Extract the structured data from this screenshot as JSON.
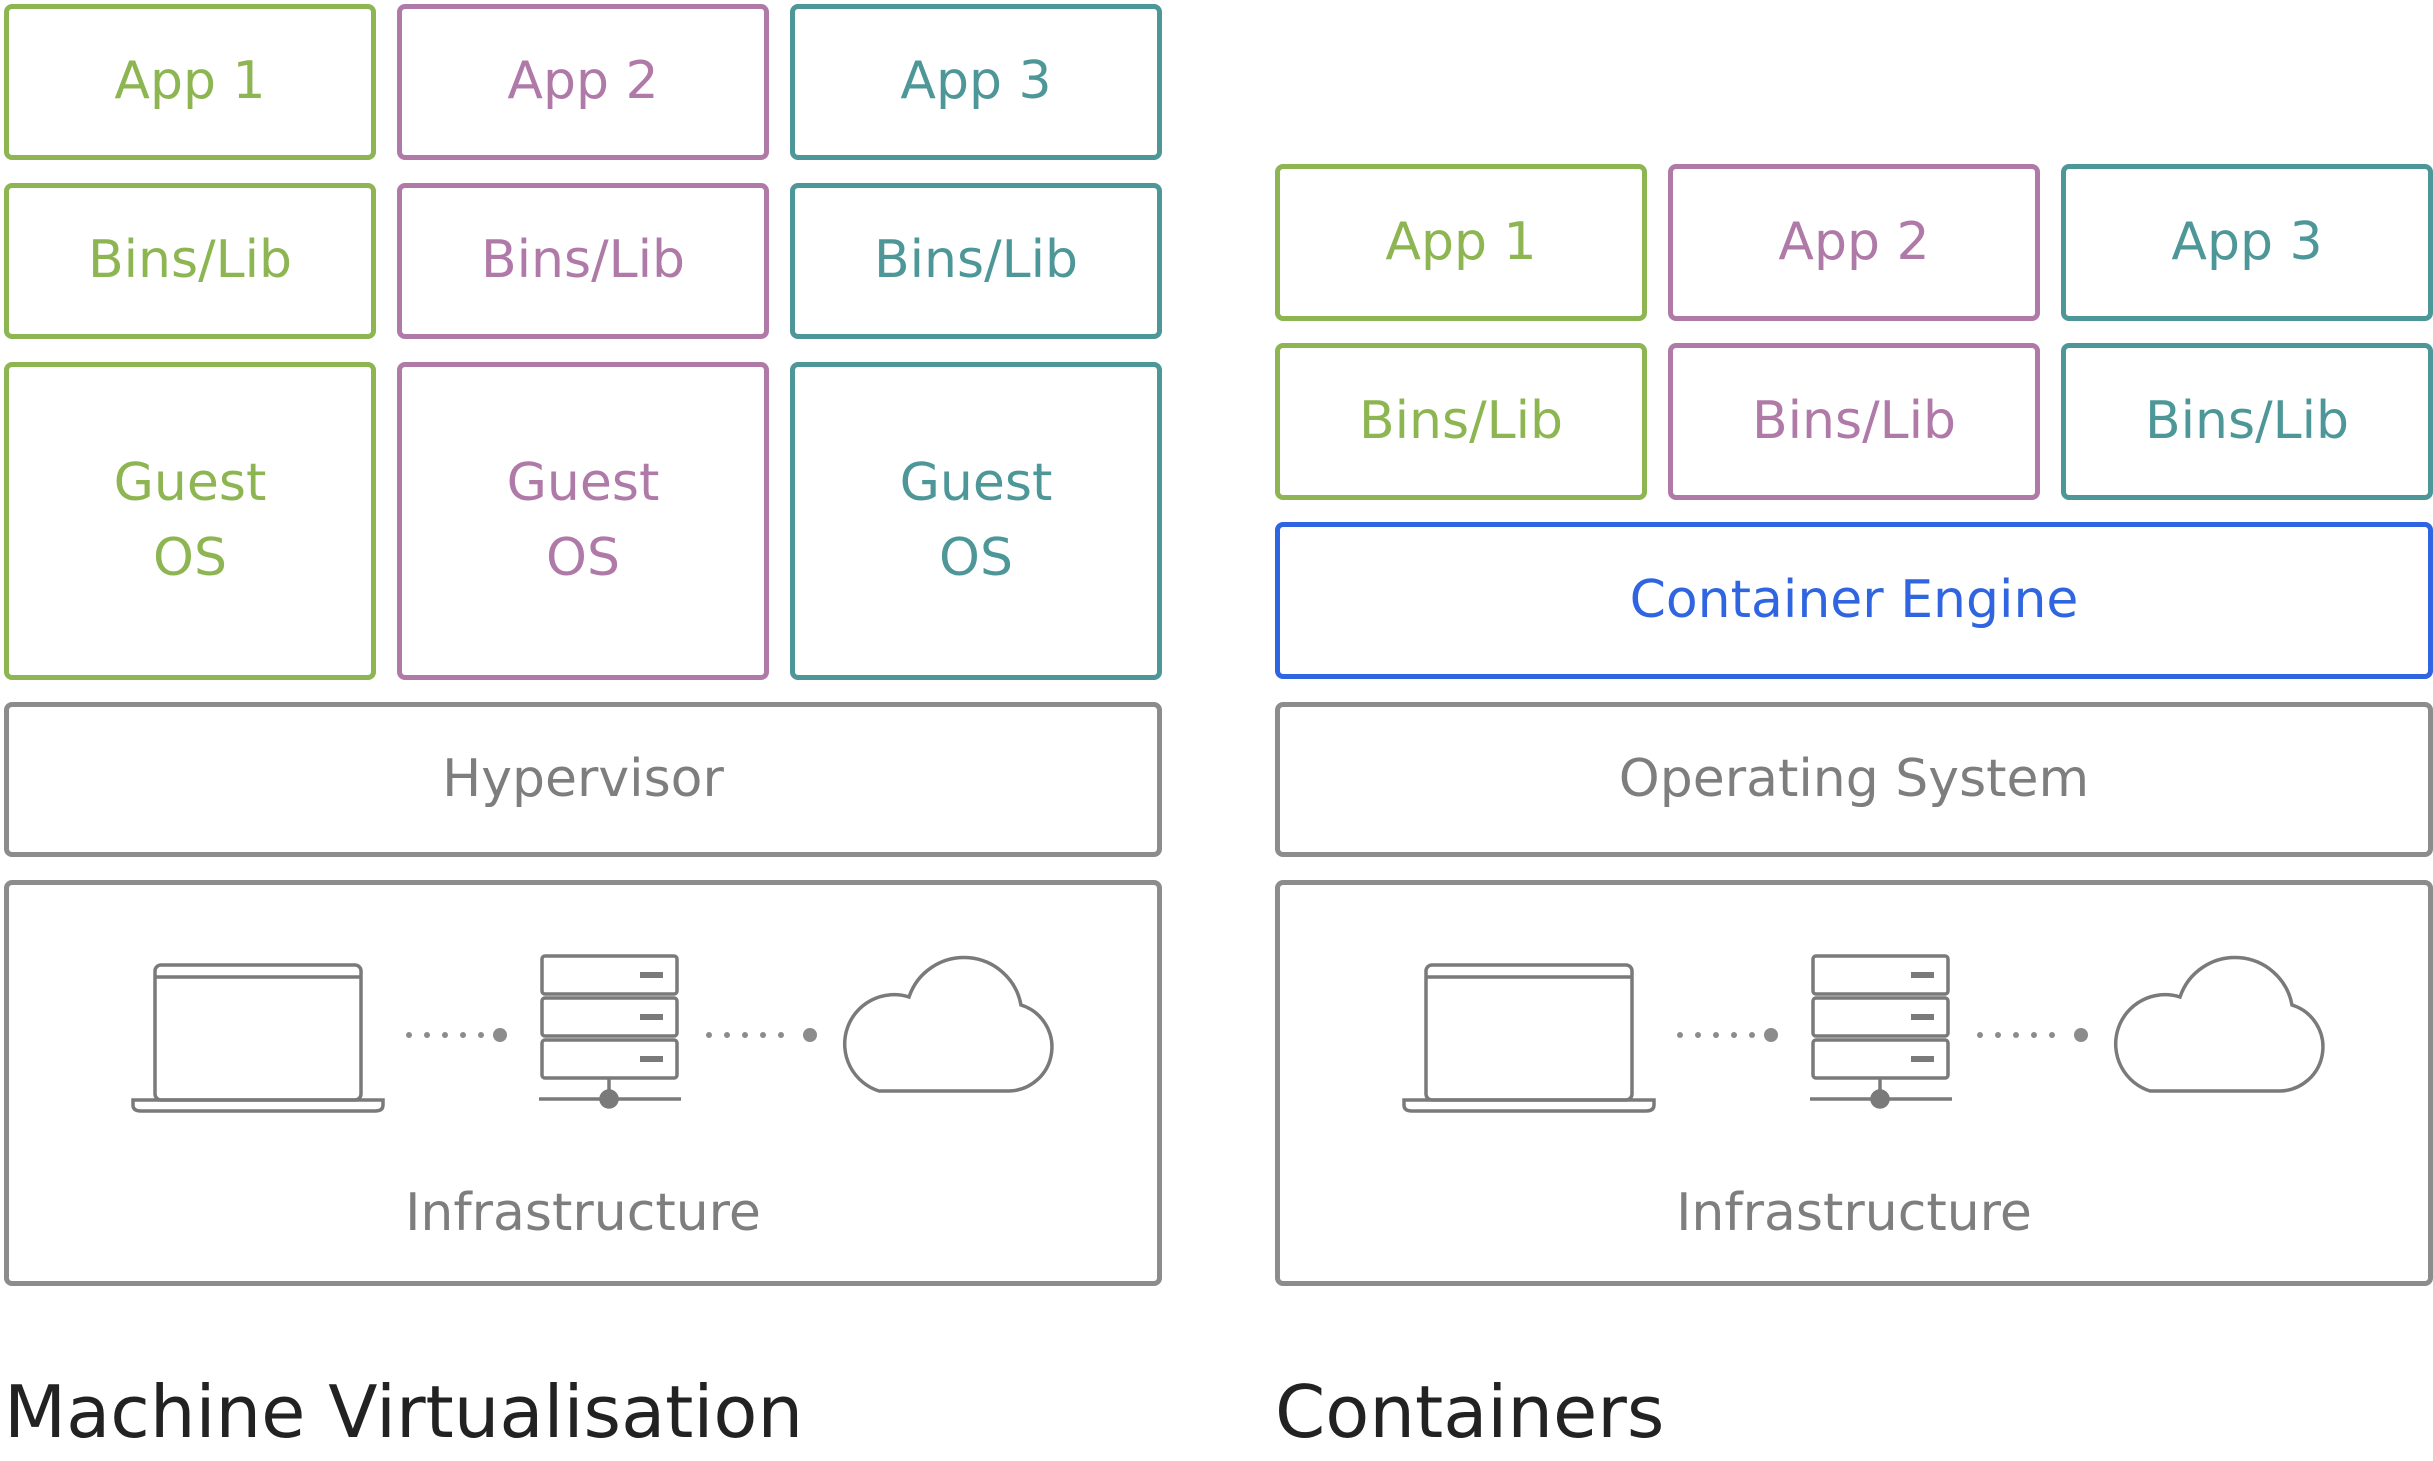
{
  "vm": {
    "apps": [
      {
        "app": "App 1",
        "bins": "Bins/Lib",
        "os": "Guest\nOS"
      },
      {
        "app": "App 2",
        "bins": "Bins/Lib",
        "os": "Guest\nOS"
      },
      {
        "app": "App 3",
        "bins": "Bins/Lib",
        "os": "Guest\nOS"
      }
    ],
    "hypervisor": "Hypervisor",
    "infrastructure": "Infrastructure",
    "caption": "Machine Virtualisation"
  },
  "containers": {
    "apps": [
      {
        "app": "App 1",
        "bins": "Bins/Lib"
      },
      {
        "app": "App 2",
        "bins": "Bins/Lib"
      },
      {
        "app": "App 3",
        "bins": "Bins/Lib"
      }
    ],
    "engine": "Container Engine",
    "os": "Operating System",
    "infrastructure": "Infrastructure",
    "caption": "Containers"
  },
  "colors": {
    "app1": "#8db551",
    "app2": "#b07aa8",
    "app3": "#4e9799",
    "engine": "#2f65e0",
    "neutral": "#8c8c8c"
  },
  "icons": [
    "laptop-icon",
    "server-icon",
    "cloud-icon"
  ]
}
